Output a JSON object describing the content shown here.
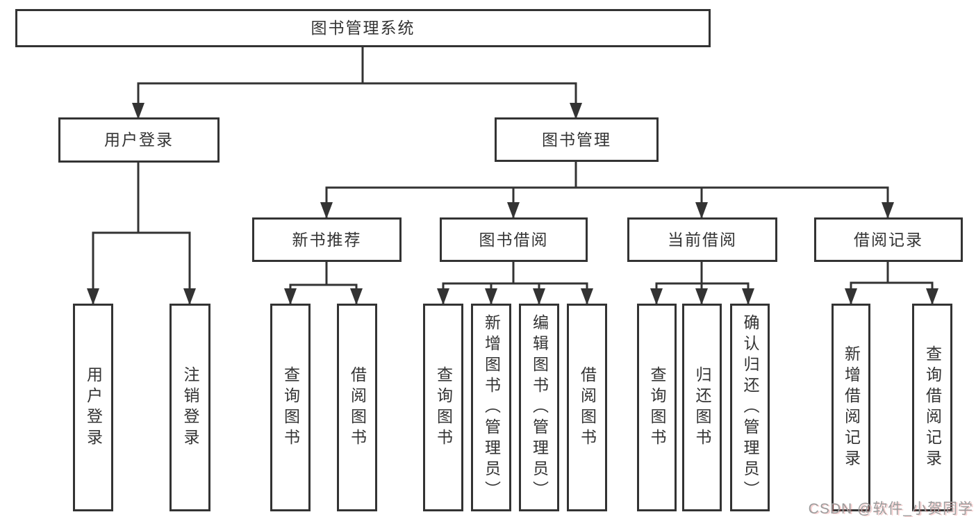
{
  "diagram_title": "图书管理系统",
  "colors": {
    "line": "#333333",
    "node_border": "#333333",
    "node_text": "#333333",
    "background": "#ffffff",
    "watermark_gray": "#9c9c9c"
  },
  "tree": {
    "label": "图书管理系统",
    "children": [
      {
        "label": "用户登录",
        "children": [
          {
            "label": "用户登录"
          },
          {
            "label": "注销登录"
          }
        ]
      },
      {
        "label": "图书管理",
        "children": [
          {
            "label": "新书推荐",
            "children": [
              {
                "label": "查询图书"
              },
              {
                "label": "借阅图书"
              }
            ]
          },
          {
            "label": "图书借阅",
            "children": [
              {
                "label": "查询图书"
              },
              {
                "label": "新增图书（管理员）"
              },
              {
                "label": "编辑图书（管理员）"
              },
              {
                "label": "借阅图书"
              }
            ]
          },
          {
            "label": "当前借阅",
            "children": [
              {
                "label": "查询图书"
              },
              {
                "label": "归还图书"
              },
              {
                "label": "确认归还（管理员）"
              }
            ]
          },
          {
            "label": "借阅记录",
            "children": [
              {
                "label": "新增借阅记录"
              },
              {
                "label": "查询借阅记录"
              }
            ]
          }
        ]
      }
    ]
  },
  "watermark": {
    "text": "CSDN @软件_小贺同学"
  }
}
